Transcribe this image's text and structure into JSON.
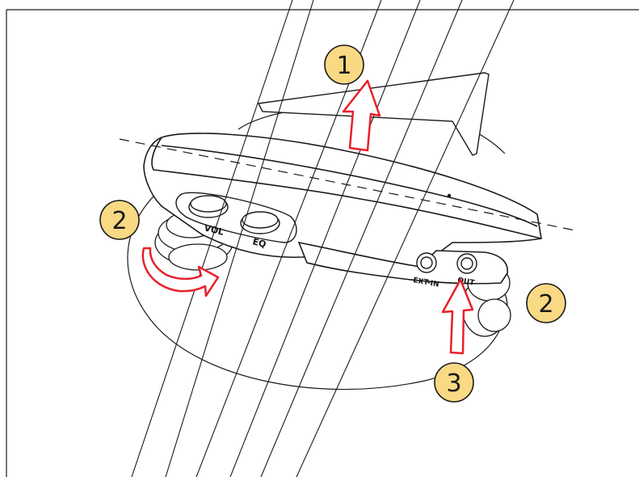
{
  "callouts": {
    "step1": "1",
    "step2_left": "2",
    "step2_right": "2",
    "step3": "3"
  },
  "labels": {
    "vol": "VOL",
    "eq": "EQ",
    "ext_in": "EXT-IN",
    "out": "OUT"
  },
  "colors": {
    "callout_fill": "#fad984",
    "callout_stroke": "#1a1a1a",
    "arrow_fill": "#ffffff",
    "arrow_stroke": "#e8202a",
    "line": "#1a1a1a"
  }
}
